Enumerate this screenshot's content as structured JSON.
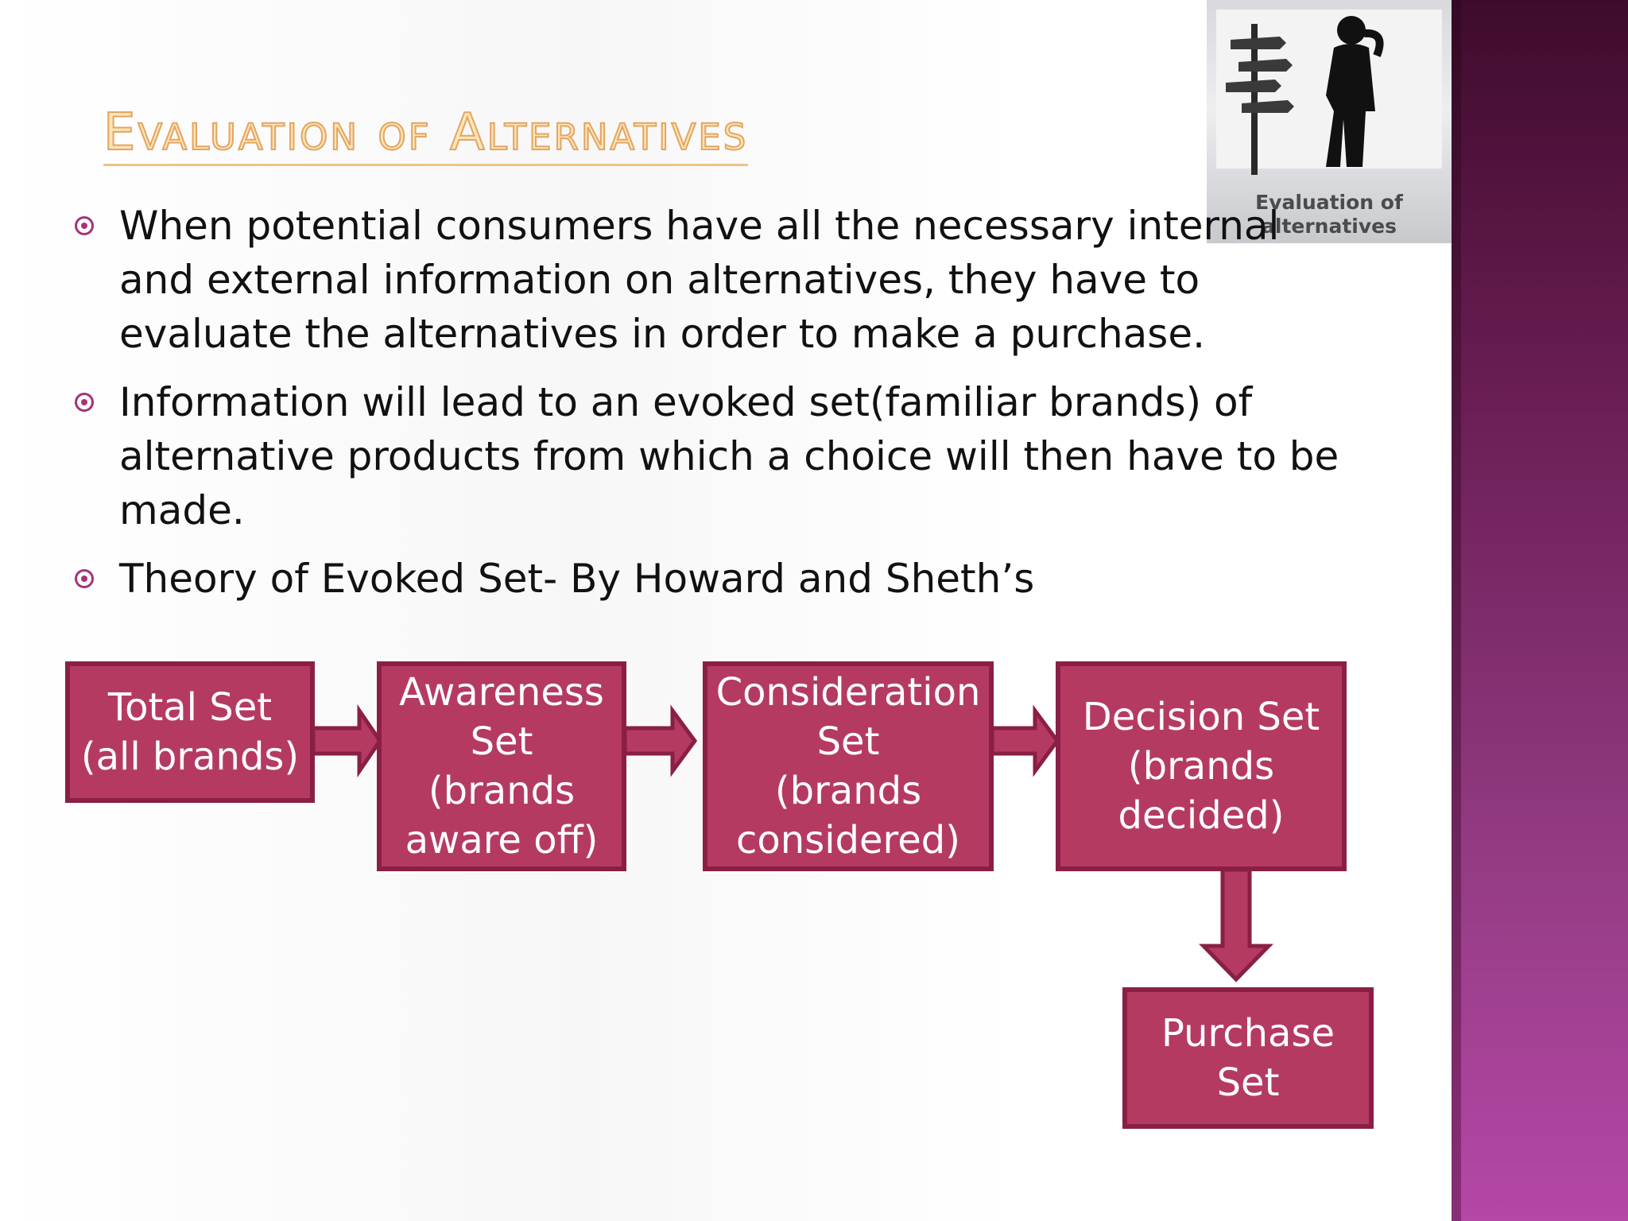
{
  "slide": {
    "title": "Evaluation of Alternatives",
    "thumbnail": {
      "caption_line1": "Evaluation of",
      "caption_line2": "alternatives"
    },
    "bullets": [
      "When potential consumers have all the necessary internal and external information on alternatives, they have to evaluate the alternatives in order to make a purchase.",
      "Information will lead to an evoked set(familiar brands) of alternative products from which a choice will then have to be made.",
      "Theory of Evoked Set- By Howard and Sheth’s"
    ],
    "flow": {
      "total_set": "Total Set\n(all brands)",
      "awareness_set": "Awareness\nSet\n(brands\naware off)",
      "consideration_set": "Consideration\nSet\n(brands\nconsidered)",
      "decision_set": "Decision  Set\n(brands\ndecided)",
      "purchase_set": "Purchase\nSet"
    },
    "colors": {
      "box_fill": "#b53a62",
      "box_border": "#8a1f45",
      "title": "#fde4b5",
      "accent": "#a6327a"
    }
  }
}
